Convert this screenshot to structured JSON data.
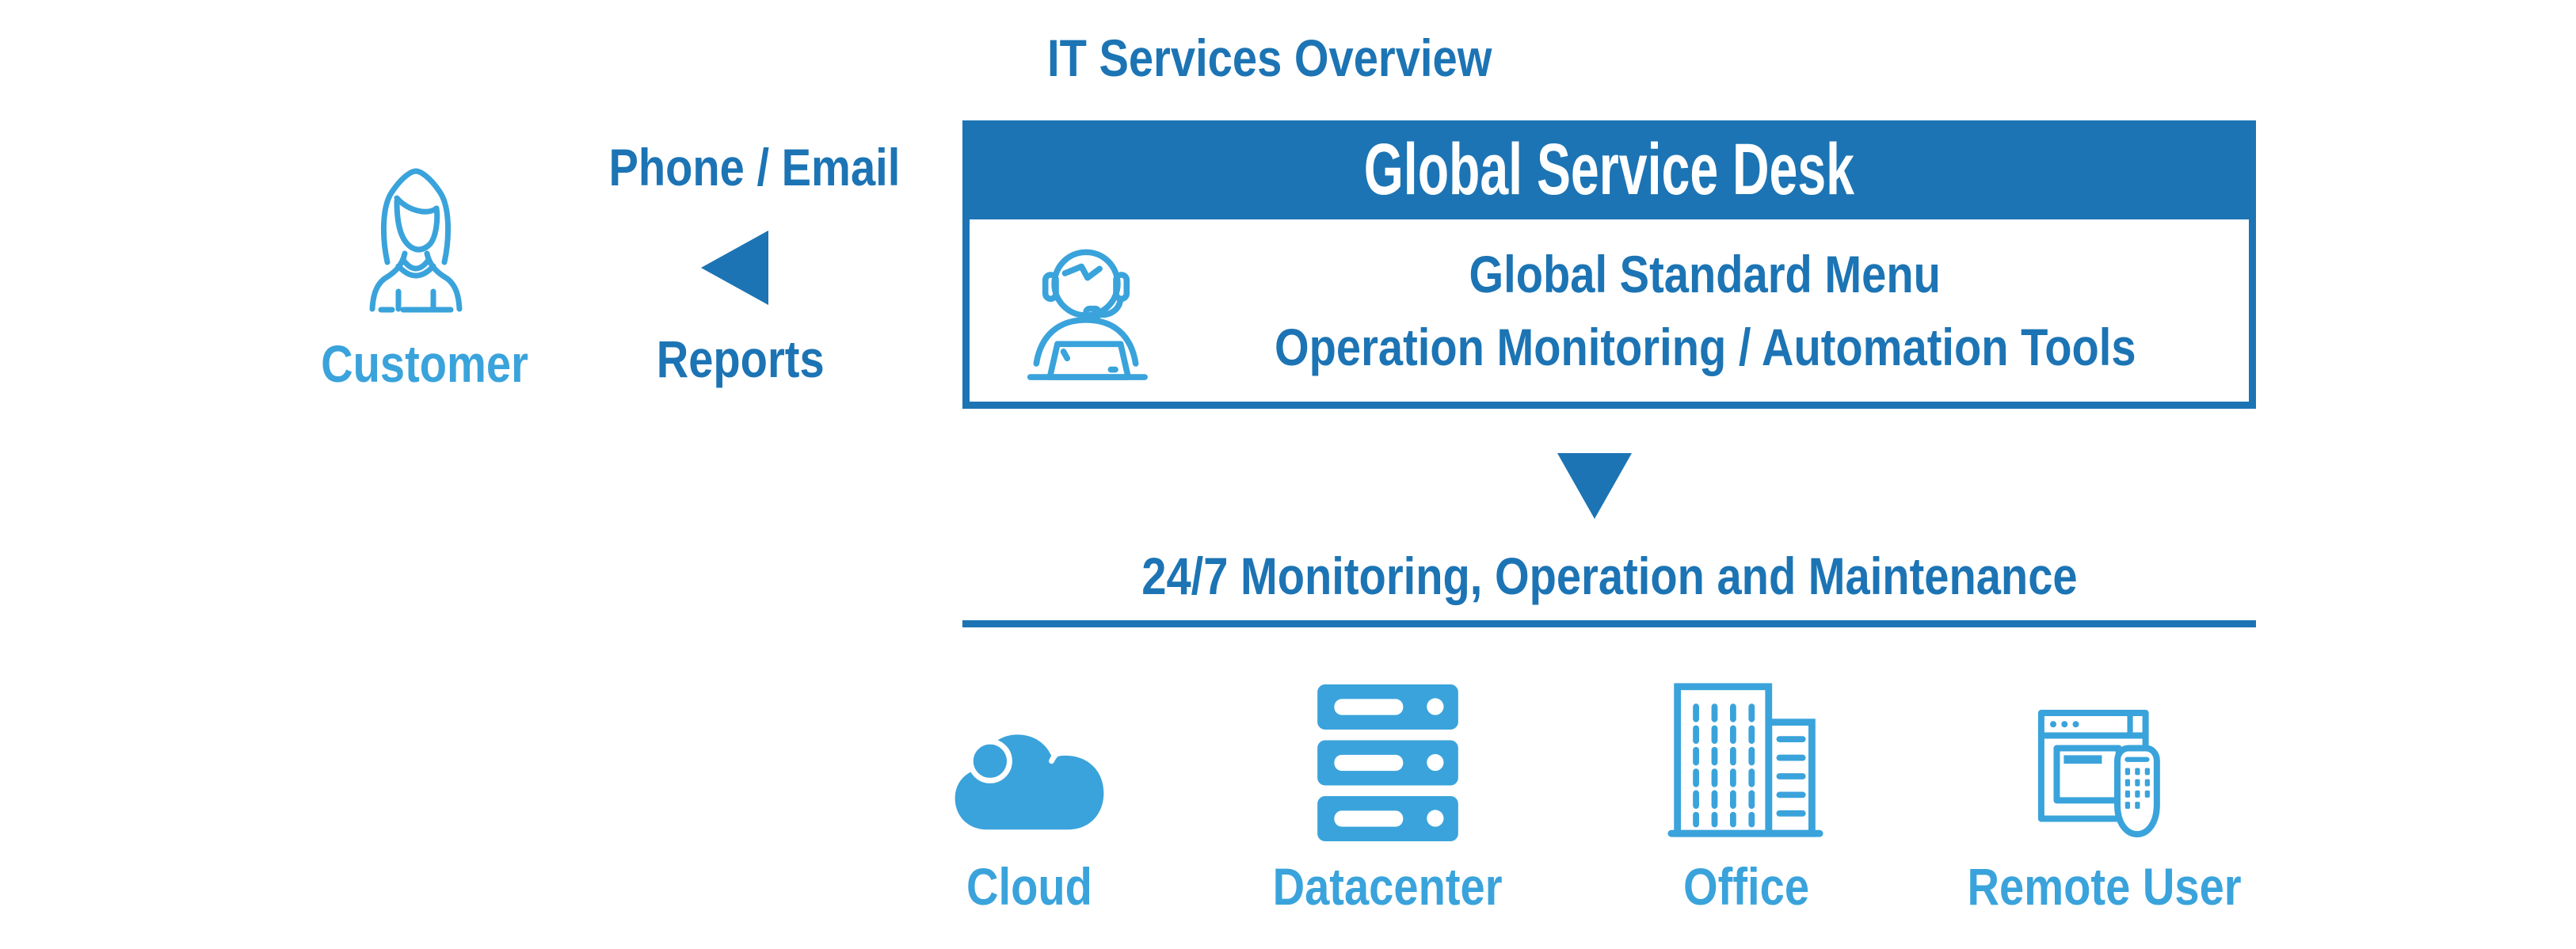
{
  "colors": {
    "dark_blue": "#1C74B4",
    "light_blue": "#3AA3DB",
    "background": "#FFFFFF"
  },
  "title": "IT Services Overview",
  "customer": {
    "icon": "customer-person-icon",
    "label": "Customer"
  },
  "flow_left": {
    "top_label": "Phone / Email",
    "bottom_label": "Reports",
    "arrow": "left-arrow"
  },
  "service_desk": {
    "header": "Global Service Desk",
    "icon": "support-agent-headset-icon",
    "lines": [
      "Global Standard Menu",
      "Operation Monitoring / Automation Tools"
    ]
  },
  "flow_down": {
    "arrow": "down-arrow"
  },
  "monitoring": {
    "heading": "24/7 Monitoring, Operation and Maintenance"
  },
  "targets": [
    {
      "icon": "cloud-icon",
      "label": "Cloud"
    },
    {
      "icon": "datacenter-icon",
      "label": "Datacenter"
    },
    {
      "icon": "office-icon",
      "label": "Office"
    },
    {
      "icon": "remote-user-icon",
      "label": "Remote User"
    }
  ]
}
